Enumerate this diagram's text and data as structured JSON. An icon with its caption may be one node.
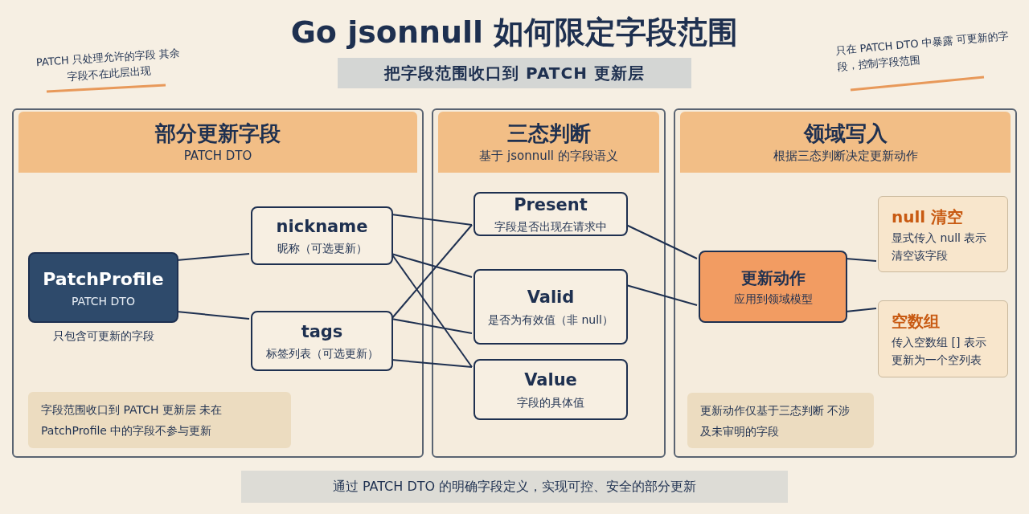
{
  "diagram": {
    "title": "Go jsonnull 如何限定字段范围",
    "nodes": [
      {
        "text": [
          "部分更新字段",
          "PATCH DTO"
        ]
      },
      {
        "text": [
          "PatchProfile",
          "PATCH DTO"
        ],
        "in": 0,
        "beside": [
          "只包含可更新的字段"
        ]
      },
      {
        "text": [
          "nickname",
          "昵称（可选更新）"
        ],
        "in": 0
      },
      {
        "text": [
          "tags",
          "标签列表（可选更新）"
        ],
        "in": 0
      },
      {
        "text": [
          "字段范围收口到 PATCH 更新层 未在 PatchProfile 中的字段不参与更新"
        ],
        "in": 0
      },
      {
        "text": [
          "三态判断",
          "基于 jsonnull 的字段语义"
        ]
      },
      {
        "text": [
          "Present",
          "字段是否出现在请求中"
        ],
        "in": 5
      },
      {
        "text": [
          "Valid",
          "是否为有效值（非 null）"
        ],
        "in": 5
      },
      {
        "text": [
          "Value",
          "字段的具体值"
        ],
        "in": 5
      },
      {
        "text": [
          "领域写入",
          "根据三态判断决定更新动作"
        ]
      },
      {
        "text": [
          "更新动作",
          "应用到领域模型"
        ],
        "in": 9
      },
      {
        "text": [
          "null 清空",
          "显式传入 null 表示清空该字段"
        ],
        "in": 9
      },
      {
        "text": [
          "空数组",
          "传入空数组 [] 表示更新为一个空列表"
        ],
        "in": 9
      },
      {
        "text": [
          "更新动作仅基于三态判断 不涉及未审明的字段"
        ],
        "in": 9
      }
    ],
    "edges": [
      {
        "from": 1,
        "to": 2,
        "arrow": "none"
      },
      {
        "from": 1,
        "to": 3,
        "arrow": "none"
      },
      {
        "from": 2,
        "to": 6,
        "arrow": "none"
      },
      {
        "from": 2,
        "to": 7,
        "arrow": "none"
      },
      {
        "from": 2,
        "to": 8,
        "arrow": "none"
      },
      {
        "from": 3,
        "to": 6,
        "arrow": "none"
      },
      {
        "from": 3,
        "to": 7,
        "arrow": "none"
      },
      {
        "from": 3,
        "to": 8,
        "arrow": "none"
      },
      {
        "from": 6,
        "to": 10,
        "arrow": "none"
      },
      {
        "from": 7,
        "to": 10,
        "arrow": "none"
      },
      {
        "from": 10,
        "to": 11,
        "arrow": "none"
      },
      {
        "from": 10,
        "to": 12,
        "arrow": "none"
      }
    ],
    "labels": [
      "PATCH 只处理允许的字段 其余字段不在此层出现",
      "把字段范围收口到 PATCH 更新层",
      "只在 PATCH DTO 中暴露 可更新的字段，控制字段范围",
      "通过 PATCH DTO 的明确字段定义，实现可控、安全的部分更新"
    ]
  }
}
